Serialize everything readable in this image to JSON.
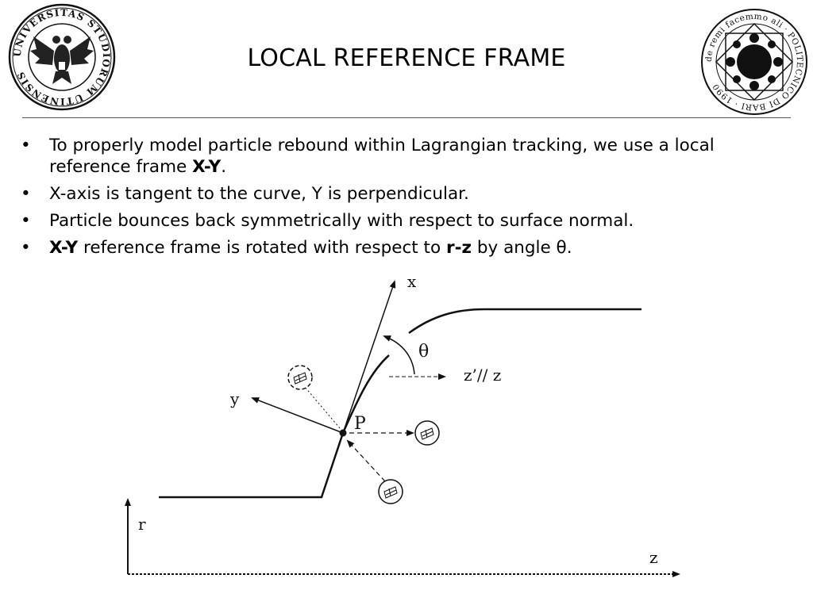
{
  "title": "LOCAL REFERENCE FRAME",
  "logos": {
    "left": {
      "text": "UNIVERSITAS STUDIORUM UTINENSIS"
    },
    "right": {
      "text": "de remi facemmo ali · POLITECNICO DI BARI · 1990"
    }
  },
  "bullets": [
    {
      "before": "To properly model particle rebound within Lagrangian tracking, we use a local reference frame ",
      "bold": "X-Y",
      "after": "."
    },
    {
      "text": "X-axis is tangent to the curve, Y is perpendicular."
    },
    {
      "text": "Particle bounces back symmetrically with respect to surface normal."
    },
    {
      "bold1": "X-Y",
      "middle": " reference frame is rotated with respect to ",
      "bold2": "r-z",
      "after": " by angle θ."
    }
  ],
  "diagram": {
    "labels": {
      "x_axis": "x",
      "y_axis": "y",
      "theta": "θ",
      "z_prime": "z’// z",
      "point": "P",
      "r_axis": "r",
      "z_axis": "z"
    }
  }
}
